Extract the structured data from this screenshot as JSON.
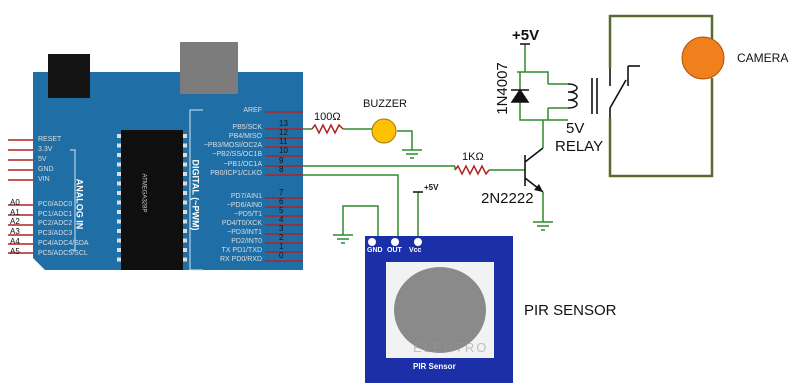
{
  "arduino": {
    "power_pins": [
      "RESET",
      "3.3V",
      "5V",
      "GND",
      "VIN"
    ],
    "analog_title": "ANALOG IN",
    "analog_pins": [
      {
        "name": "A0",
        "label": "PC0/ADC0"
      },
      {
        "name": "A1",
        "label": "PC1/ADC1"
      },
      {
        "name": "A2",
        "label": "PC2/ADC2"
      },
      {
        "name": "A3",
        "label": "PC3/ADC3"
      },
      {
        "name": "A4",
        "label": "PC4/ADC4/SDA"
      },
      {
        "name": "A5",
        "label": "PC5/ADC5/SCL"
      }
    ],
    "digital_title": "DIGITAL (~PWM)",
    "chip_label": "ATMEGA328P",
    "digital_pins": [
      {
        "num": "",
        "label": "AREF"
      },
      {
        "num": "13",
        "label": "PB5/SCK"
      },
      {
        "num": "12",
        "label": "PB4/MISO"
      },
      {
        "num": "11",
        "label": "~PB3/MOSI/OC2A"
      },
      {
        "num": "10",
        "label": "~PB2/SS/OC1B"
      },
      {
        "num": "9",
        "label": "~PB1/OC1A"
      },
      {
        "num": "8",
        "label": "PB0/ICP1/CLKO"
      },
      {
        "num": "7",
        "label": "PD7/AIN1"
      },
      {
        "num": "6",
        "label": "~PD6/AIN0"
      },
      {
        "num": "5",
        "label": "~PD5/T1"
      },
      {
        "num": "4",
        "label": "PD4/T0/XCK"
      },
      {
        "num": "3",
        "label": "~PD3/INT1"
      },
      {
        "num": "2",
        "label": "PD2/INT0"
      },
      {
        "num": "1",
        "label": "TX PD1/TXD"
      },
      {
        "num": "0",
        "label": "RX PD0/RXD"
      }
    ]
  },
  "buzzer": {
    "resistor": "100Ω",
    "label": "BUZZER"
  },
  "transistor": {
    "resistor": "1KΩ",
    "label": "2N2222"
  },
  "relay": {
    "supply": "+5V",
    "diode": "1N4007",
    "label_line1": "5V",
    "label_line2": "RELAY"
  },
  "camera": {
    "label": "CAMERA"
  },
  "pir": {
    "supply": "+5V",
    "pins": [
      "GND",
      "OUT",
      "Vcc"
    ],
    "board_label": "PIR Sensor",
    "title": "PIR SENSOR",
    "watermark": "ELECTRO"
  },
  "colors": {
    "board_blue": "#1f6fa6",
    "pir_blue": "#1a2fa8",
    "wire_green": "#2e8b2e",
    "wire_red": "#b22222",
    "buzzer": "#ffc000",
    "camera": "#f07f1c"
  }
}
